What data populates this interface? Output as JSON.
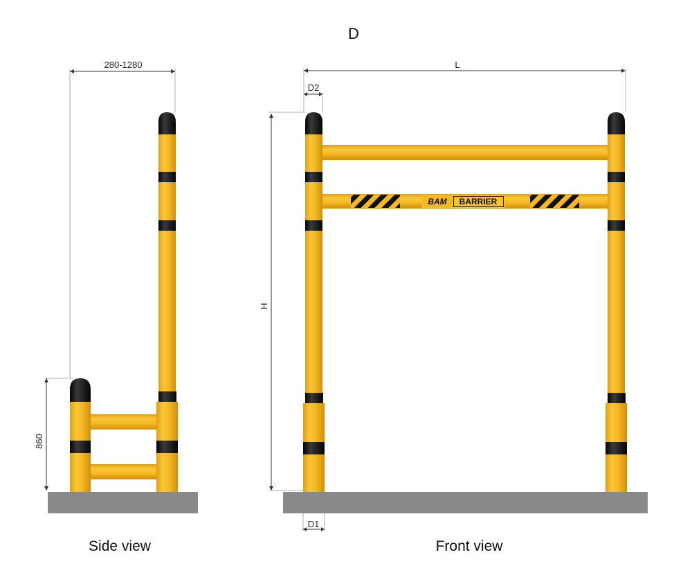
{
  "diagram": {
    "title": "D",
    "side_view": {
      "caption": "Side view",
      "depth_label": "280-1280",
      "height_label": "860"
    },
    "front_view": {
      "caption": "Front view",
      "length_label": "L",
      "height_label": "H",
      "top_diameter_label": "D2",
      "base_diameter_label": "D1",
      "logo_word_1": "BAM",
      "logo_word_2": "BARRIER"
    }
  },
  "colors": {
    "barrier_yellow": "#f5b722",
    "barrier_yellow_dark": "#d99a10",
    "barrier_black": "#161616",
    "floor_gray": "#898989",
    "dimension_line": "#9a9a9a"
  }
}
